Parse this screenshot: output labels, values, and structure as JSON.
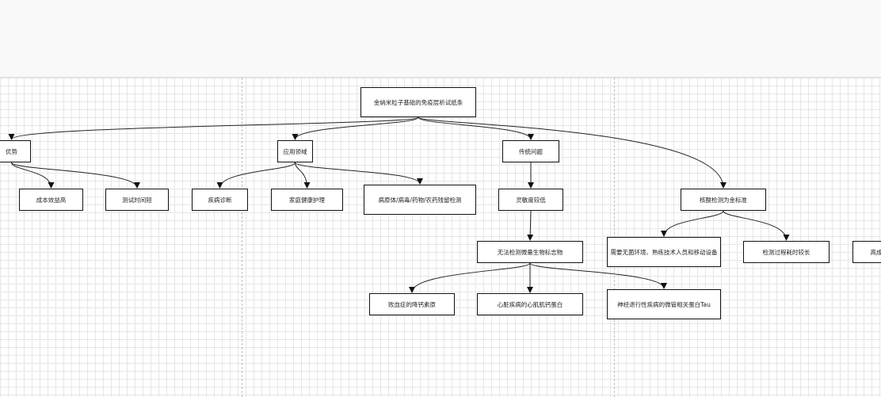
{
  "diagram": {
    "nodes": [
      {
        "id": "root",
        "label": "金纳米粒子基础的免疫层析试纸条"
      },
      {
        "id": "advantage",
        "label": "优势"
      },
      {
        "id": "application",
        "label": "应用领域"
      },
      {
        "id": "traditional",
        "label": "传统问题"
      },
      {
        "id": "cost",
        "label": "成本效益高"
      },
      {
        "id": "speed",
        "label": "测试时间短"
      },
      {
        "id": "disease",
        "label": "疾病诊断"
      },
      {
        "id": "home",
        "label": "家庭健康护理"
      },
      {
        "id": "pathogen",
        "label": "病原体/病毒/药物/农药残留检测"
      },
      {
        "id": "sensitivity",
        "label": "灵敏度较低"
      },
      {
        "id": "nucleic",
        "label": "核酸检测为金标准"
      },
      {
        "id": "lab",
        "label": "需要无菌环境、熟练技术人员和移动设备"
      },
      {
        "id": "time",
        "label": "检测过程耗时较长"
      },
      {
        "id": "highcost",
        "label": "高成"
      },
      {
        "id": "biomarker",
        "label": "无法检测微量生物标志物"
      },
      {
        "id": "sepsis",
        "label": "败血症的降钙素原"
      },
      {
        "id": "troponin",
        "label": "心脏疾病的心肌肌钙蛋白"
      },
      {
        "id": "tau",
        "label": "神经退行性疾病的微管相关蛋白Tau"
      }
    ],
    "edges": [
      [
        "root",
        "advantage"
      ],
      [
        "root",
        "application"
      ],
      [
        "root",
        "traditional"
      ],
      [
        "root",
        "nucleic"
      ],
      [
        "advantage",
        "cost"
      ],
      [
        "advantage",
        "speed"
      ],
      [
        "application",
        "disease"
      ],
      [
        "application",
        "home"
      ],
      [
        "application",
        "pathogen"
      ],
      [
        "traditional",
        "sensitivity"
      ],
      [
        "sensitivity",
        "biomarker"
      ],
      [
        "biomarker",
        "sepsis"
      ],
      [
        "biomarker",
        "troponin"
      ],
      [
        "biomarker",
        "tau"
      ],
      [
        "nucleic",
        "lab"
      ],
      [
        "nucleic",
        "time"
      ]
    ]
  }
}
